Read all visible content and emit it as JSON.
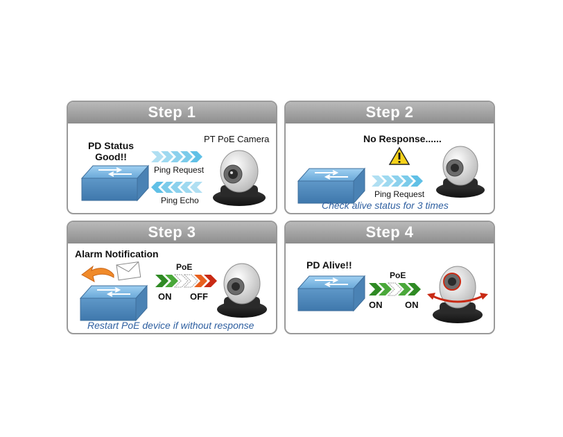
{
  "steps": [
    {
      "title": "Step 1",
      "status_label": "PD Status Good!!",
      "camera_label": "PT PoE Camera",
      "ping_request": "Ping Request",
      "ping_echo": "Ping Echo"
    },
    {
      "title": "Step 2",
      "status_label": "No Response......",
      "ping_request": "Ping Request",
      "caption": "Check alive status for 3 times"
    },
    {
      "title": "Step 3",
      "alarm_label": "Alarm Notification",
      "poe_label": "PoE",
      "on_label": "ON",
      "off_label": "OFF",
      "caption": "Restart PoE device if without response"
    },
    {
      "title": "Step 4",
      "status_label": "PD Alive!!",
      "poe_label": "PoE",
      "on_label": "ON",
      "on2_label": "ON"
    }
  ],
  "colors": {
    "header_gray": "#9f9f9f",
    "switch_blue": "#6aa0cf",
    "arrow_cyan": "#4fb9e3",
    "arrow_green": "#3a9a2a",
    "arrow_red": "#d43b1a",
    "caption_blue": "#2e5fa0",
    "warning_yellow": "#f5d21a"
  }
}
